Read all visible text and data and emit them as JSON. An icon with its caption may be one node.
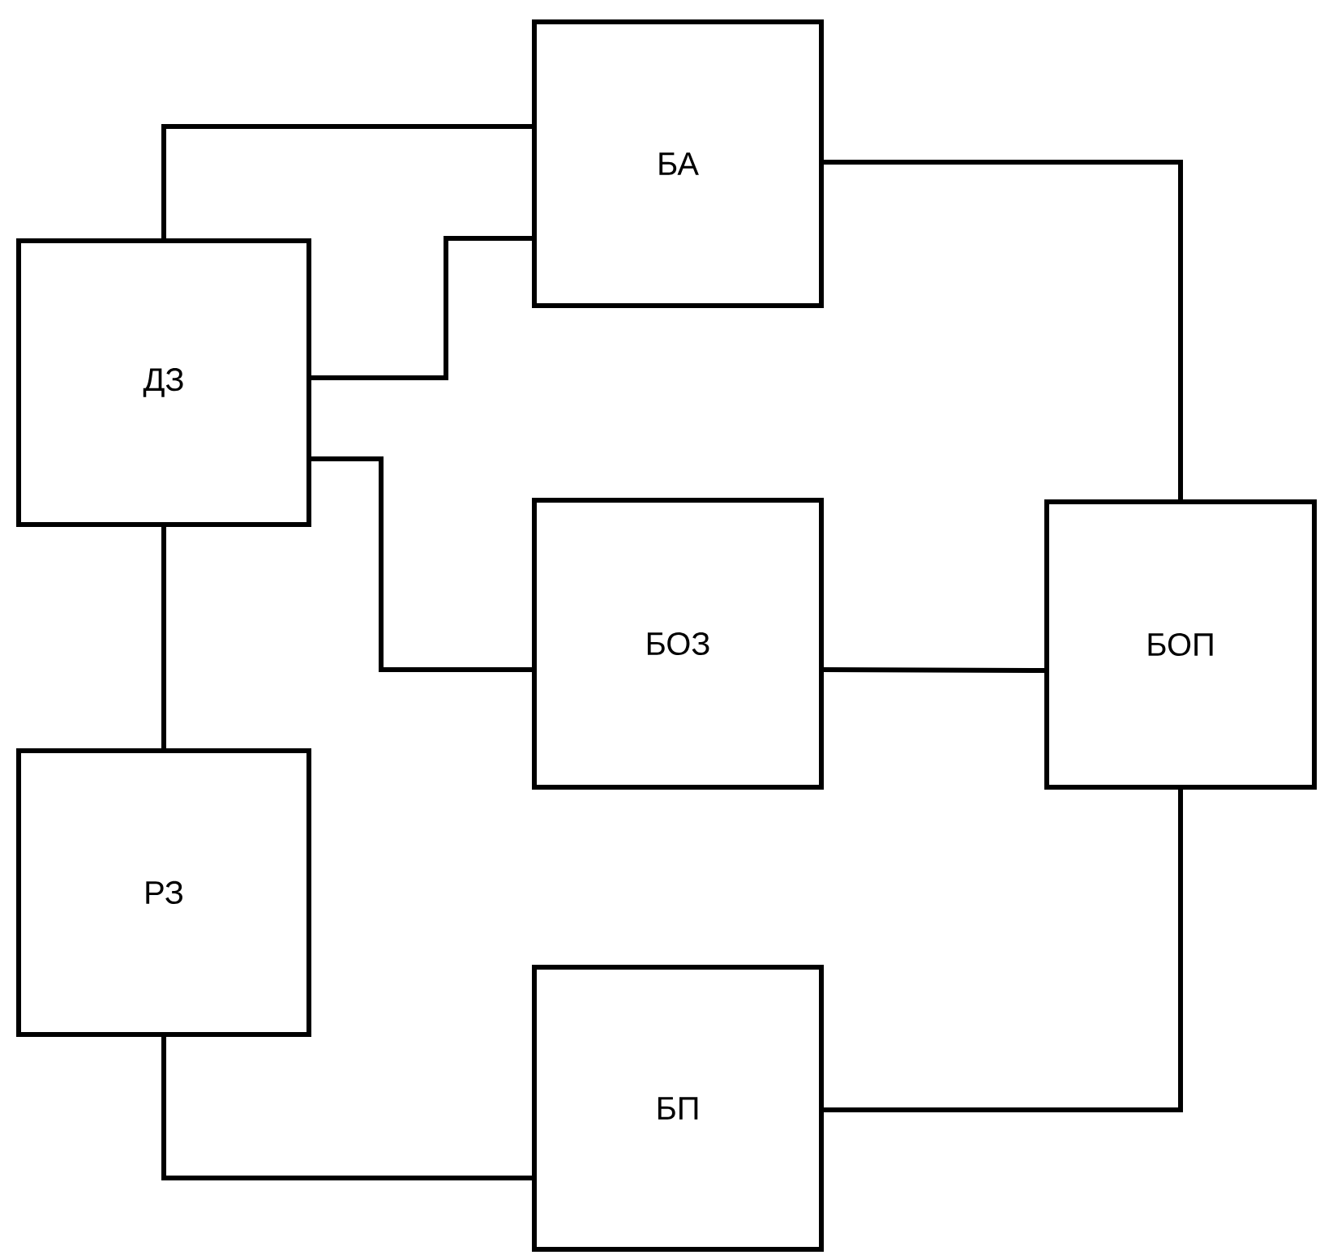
{
  "diagram": {
    "nodes": [
      {
        "text": [
          "БА"
        ]
      },
      {
        "text": [
          "ДЗ"
        ]
      },
      {
        "text": [
          "БОЗ"
        ]
      },
      {
        "text": [
          "БОП"
        ]
      },
      {
        "text": [
          "РЗ"
        ]
      },
      {
        "text": [
          "БП"
        ]
      }
    ],
    "edges": [
      {
        "from": 1,
        "to": 0,
        "arrow": "none"
      },
      {
        "from": 1,
        "to": 0,
        "arrow": "none"
      },
      {
        "from": 1,
        "to": 2,
        "arrow": "none"
      },
      {
        "from": 0,
        "to": 3,
        "arrow": "none"
      },
      {
        "from": 2,
        "to": 3,
        "arrow": "none"
      },
      {
        "from": 1,
        "to": 4,
        "arrow": "none"
      },
      {
        "from": 4,
        "to": 5,
        "arrow": "none"
      },
      {
        "from": 5,
        "to": 3,
        "arrow": "none"
      }
    ]
  }
}
